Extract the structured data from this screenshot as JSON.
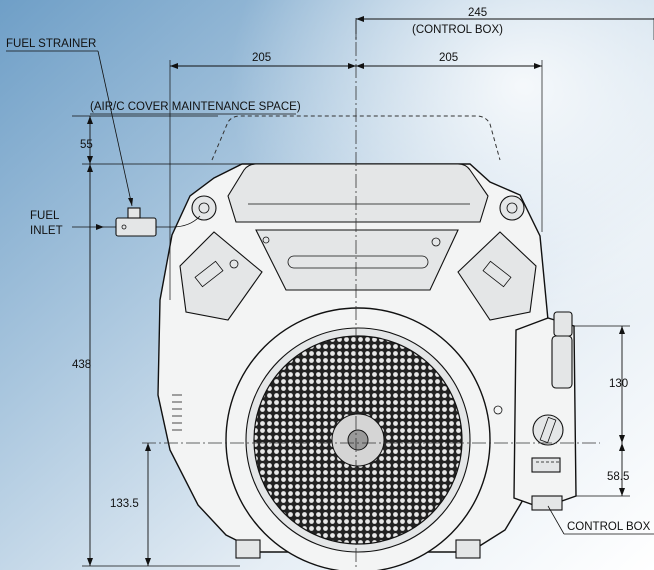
{
  "labels": {
    "fuel_strainer": "FUEL STRAINER",
    "air_cover_space": "(AIR/C COVER MAINTENANCE SPACE)",
    "fuel_inlet_line1": "FUEL",
    "fuel_inlet_line2": "INLET",
    "control_box_bottom": "CONTROL BOX",
    "control_box_top_line1": "245",
    "control_box_top_line2": "(CONTROL BOX)"
  },
  "dimensions": {
    "width_left": "205",
    "width_right": "205",
    "air_cover_clearance": "55",
    "total_height": "438",
    "shaft_height": "133.5",
    "control_box_height": "130",
    "control_box_offset": "58.5"
  },
  "colors": {
    "sky_top": "#6f9fc7",
    "sky_bottom": "#ffffff",
    "line": "#111111",
    "engine_fill": "#f3f4f4"
  }
}
